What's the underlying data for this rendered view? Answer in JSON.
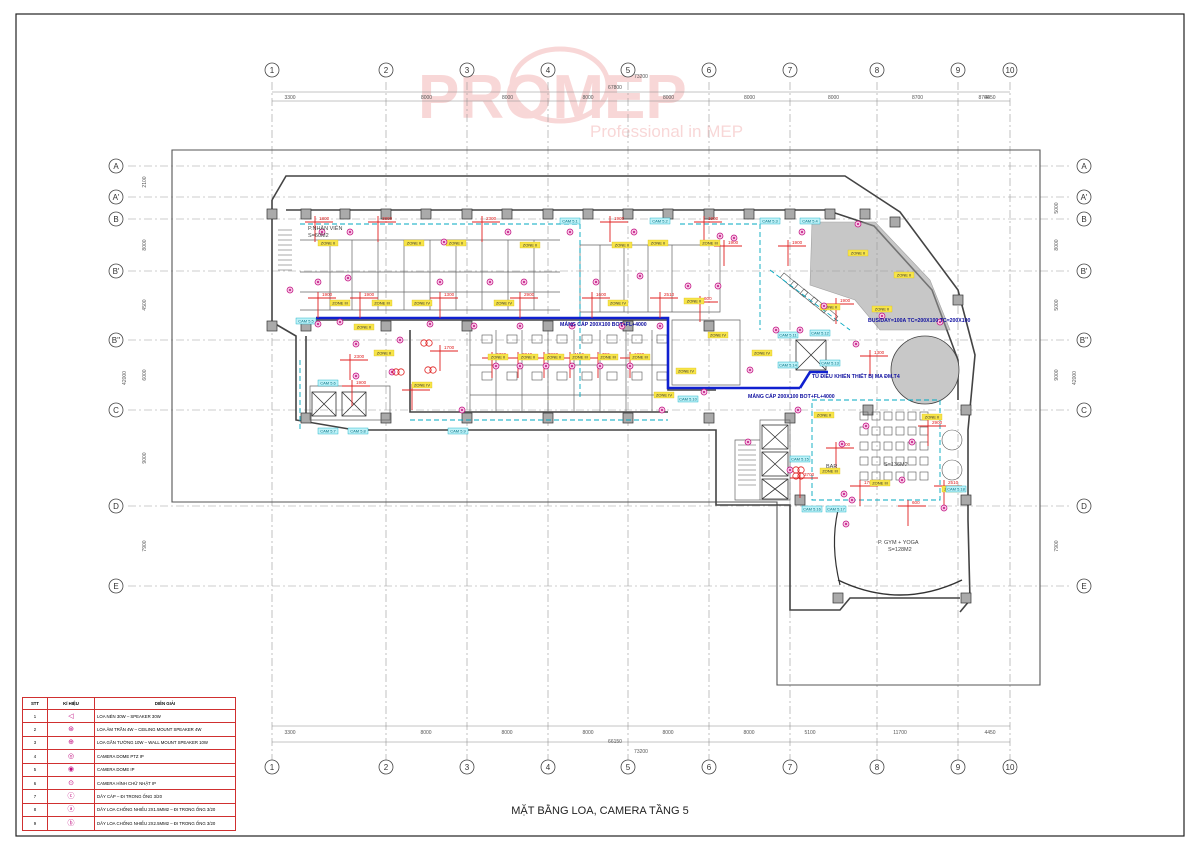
{
  "drawing_title": "MẶT BẰNG LOA, CAMERA TẦNG 5",
  "watermark": {
    "brand": "PROMEP",
    "tagline": "Professional in MEP"
  },
  "grid": {
    "columns": [
      "1",
      "2",
      "3",
      "4",
      "5",
      "6",
      "7",
      "8",
      "9",
      "10"
    ],
    "rows": [
      "A",
      "A'",
      "B",
      "B'",
      "B''",
      "C",
      "D",
      "E"
    ],
    "top_total": "73200",
    "top_sub_total": "67800",
    "top_spans": [
      "3300",
      "8000",
      "8000",
      "8000",
      "8000",
      "8000",
      "8000",
      "8700",
      "8700",
      "4450"
    ],
    "bottom_total": "73200",
    "bottom_sub_total": "66150",
    "bottom_spans": [
      "3300",
      "8000",
      "8000",
      "8000",
      "8000",
      "8000",
      "5100",
      "11700",
      "4450"
    ],
    "left_total": "42000",
    "left_spans": [
      "2100",
      "8000",
      "4500",
      "6000",
      "9000",
      "7900"
    ],
    "right_total": "42000",
    "right_spans": [
      "5000",
      "8000",
      "5000",
      "9000",
      "7900"
    ]
  },
  "rooms": [
    {
      "label": "P.NHÂN VIÊN",
      "area": "S=60M2"
    },
    {
      "label": "P. GYM + YOGA",
      "area": "S=128M2"
    },
    {
      "label": "BAR",
      "area": ""
    },
    {
      "label": "S=136M2",
      "area": ""
    }
  ],
  "zones": [
    "ZONE II",
    "ZONE II",
    "ZONE II",
    "ZONE II",
    "ZONE II",
    "ZONE II",
    "ZONE III",
    "ZONE III",
    "ZONE III",
    "ZONE IV",
    "ZONE IV",
    "ZONE IV"
  ],
  "cable_notes": [
    "MÁNG CÁP 200X100 BOT+FL+4000",
    "MÁNG CÁP 200X100 BOT+FL+4000",
    "TỦ ĐIỀU KHIỂN THIẾT BỊ MA ĐM.T4",
    "BUS/DAY=100A TC=200X100 TC=200X100"
  ],
  "dimension_labels": [
    "1800",
    "3800",
    "2300",
    "1900",
    "1900",
    "1900",
    "1900",
    "1300",
    "2900",
    "1600",
    "2510",
    "600",
    "1700",
    "3700",
    "2840",
    "7800",
    "4110",
    "790"
  ],
  "camera_tags": [
    "CAM 5.1",
    "CAM 5.2",
    "CAM 5.3",
    "CAM 5.4",
    "CAM 5.5",
    "CAM 5.6",
    "CAM 5.7",
    "CAM 5.8",
    "CAM 5.9",
    "CAM 5.10",
    "CAM 5.11",
    "CAM 5.12",
    "CAM 5.13",
    "CAM 5.14",
    "CAM 5.15",
    "CAM 5.16",
    "CAM 5.17",
    "CAM 5.18"
  ],
  "legend": {
    "headers": {
      "no": "STT",
      "symbol": "KÍ HIỆU",
      "desc": "DIỄN GIẢI"
    },
    "rows": [
      {
        "no": "1",
        "icon": "horn-speaker-icon",
        "glyph": "◁",
        "desc": "LOA NÉN 30W – SPEAKER 30W"
      },
      {
        "no": "2",
        "icon": "ceiling-speaker-icon",
        "glyph": "⊛",
        "desc": "LOA ÂM TRẦN 4W – CEILING MOUNT SPEAKER 4W"
      },
      {
        "no": "3",
        "icon": "wall-speaker-icon",
        "glyph": "⊕",
        "desc": "LOA GẮN TƯỜNG 10W – WALL MOUNT SPEAKER 10W"
      },
      {
        "no": "4",
        "icon": "camera-dome-ptz-icon",
        "glyph": "◎",
        "desc": "CAMERA DOME PTZ IP"
      },
      {
        "no": "5",
        "icon": "camera-dome-icon",
        "glyph": "◉",
        "desc": "CAMERA DOME IP"
      },
      {
        "no": "6",
        "icon": "camera-bullet-icon",
        "glyph": "⊙",
        "desc": "CAMERA HÌNH CHỮ NHẬT IP"
      },
      {
        "no": "7",
        "icon": "cable-icon",
        "glyph": "ⓒ",
        "desc": "DÂY CÁP – ĐI TRONG ỐNG 3/20"
      },
      {
        "no": "8",
        "icon": "fireproof-cable-icon",
        "glyph": "ⓐ",
        "desc": "DÂY LOA CHỐNG NHIỄU 2X1.5MM2 – ĐI TRONG ỐNG 3/20"
      },
      {
        "no": "9",
        "icon": "fireproof-cable-2-icon",
        "glyph": "ⓑ",
        "desc": "DÂY LOA CHỐNG NHIỄU 2X2.5MM2 – ĐI TRONG ỐNG 3/20"
      }
    ]
  },
  "colors": {
    "border": "#222222",
    "grid": "#8a8a8a",
    "walls": "#4a4a4a",
    "red_annotation": "#e02020",
    "magenta_device": "#c01080",
    "cyan_tag": "#00a8c0",
    "cable_tray": "#1020d0",
    "yellow_zone": "#f0d000",
    "watermark": "#f3b8b8"
  }
}
